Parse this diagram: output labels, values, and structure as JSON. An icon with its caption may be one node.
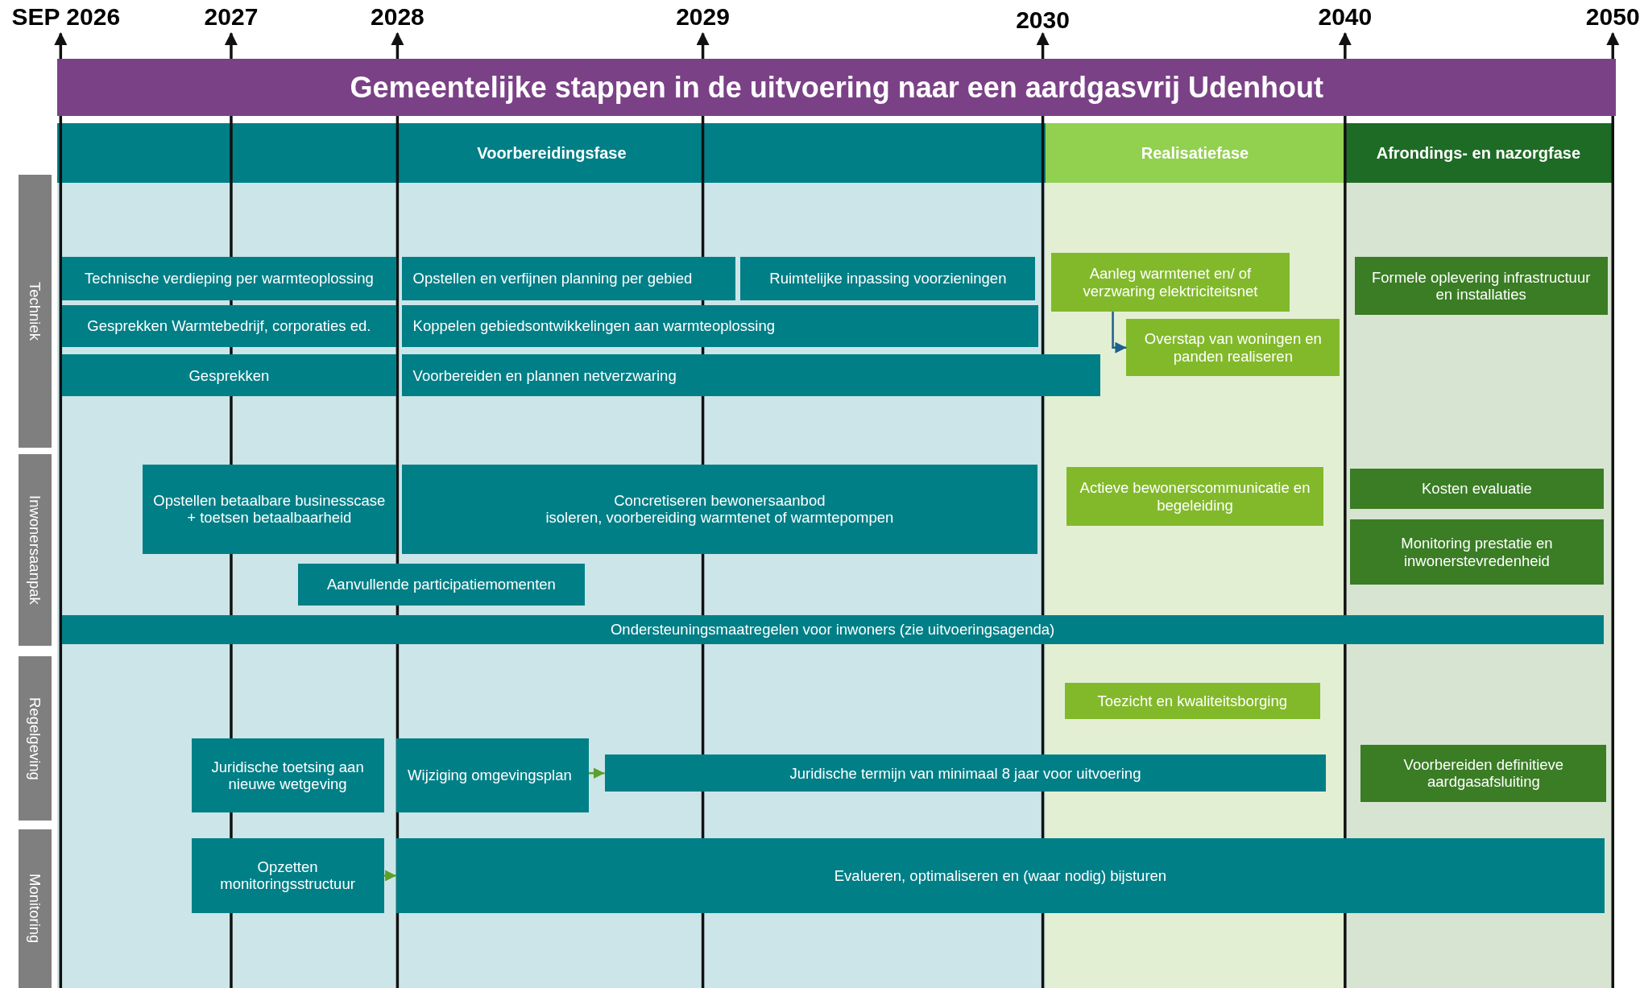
{
  "diagram": {
    "title": "Gemeentelijke stappen in de uitvoering naar een aardgasvrij Udenhout",
    "nodes": [
      {
        "text": [
          "Voorbereidingsfase"
        ]
      },
      {
        "text": [
          "Realisatiefase"
        ]
      },
      {
        "text": [
          "Afrondings- en nazorgfase"
        ]
      },
      {
        "text": [
          "Techniek"
        ]
      },
      {
        "text": [
          "Inwonersaanpak"
        ]
      },
      {
        "text": [
          "Regelgeving"
        ]
      },
      {
        "text": [
          "Monitoring"
        ]
      },
      {
        "text": [
          "Technische verdieping per warmteoplossing"
        ]
      },
      {
        "text": [
          "Opstellen en verfijnen planning per gebied"
        ]
      },
      {
        "text": [
          "Ruimtelijke inpassing voorzieningen"
        ]
      },
      {
        "text": [
          "Aanleg warmtenet en/ of verzwaring elektriciteitsnet"
        ]
      },
      {
        "text": [
          "Formele oplevering infrastructuur en installaties"
        ]
      },
      {
        "text": [
          "Gesprekken Warmtebedrijf, corporaties ed."
        ]
      },
      {
        "text": [
          "Koppelen gebiedsontwikkelingen aan warmteoplossing"
        ]
      },
      {
        "text": [
          "Overstap van woningen en panden realiseren"
        ]
      },
      {
        "text": [
          "Gesprekken"
        ]
      },
      {
        "text": [
          "Voorbereiden en plannen netverzwaring"
        ]
      },
      {
        "text": [
          "Opstellen betaalbare businesscase + toetsen betaalbaarheid"
        ]
      },
      {
        "text": [
          "Concretiseren bewonersaanbod",
          "isoleren, voorbereiding warmtenet of warmtepompen"
        ]
      },
      {
        "text": [
          "Actieve bewonerscommunicatie en begeleiding"
        ]
      },
      {
        "text": [
          "Kosten evaluatie"
        ]
      },
      {
        "text": [
          "Monitoring prestatie en inwonerstevredenheid"
        ]
      },
      {
        "text": [
          "Aanvullende participatiemomenten"
        ]
      },
      {
        "text": [
          "Ondersteuningsmaatregelen voor inwoners (zie uitvoeringsagenda)"
        ]
      },
      {
        "text": [
          "Toezicht en kwaliteitsborging"
        ]
      },
      {
        "text": [
          "Juridische toetsing aan nieuwe wetgeving"
        ]
      },
      {
        "text": [
          "Wijziging omgevingsplan"
        ]
      },
      {
        "text": [
          "Juridische termijn van minimaal 8 jaar voor uitvoering"
        ]
      },
      {
        "text": [
          "Voorbereiden definitieve aardgasafsluiting"
        ]
      },
      {
        "text": [
          "Opzetten monitoringsstructuur"
        ]
      },
      {
        "text": [
          "Evalueren, optimaliseren en (waar nodig) bijsturen"
        ]
      }
    ],
    "edges": [
      {
        "from": 10,
        "to": 14,
        "arrow": "to",
        "color": "#1f5f8b"
      },
      {
        "from": 26,
        "to": 27,
        "arrow": "to"
      },
      {
        "from": 29,
        "to": 30,
        "arrow": "to"
      }
    ],
    "labels": [
      "SEP 2026",
      "2027",
      "2028",
      "2029",
      "2030",
      "2040",
      "2050"
    ]
  }
}
